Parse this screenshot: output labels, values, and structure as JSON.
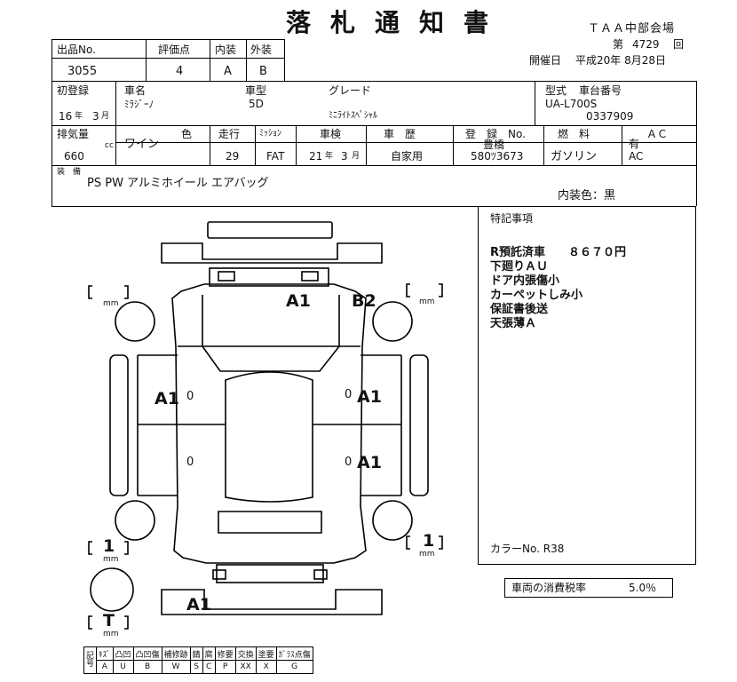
{
  "title": "落札通知書",
  "venue": "ＴＡＡ中部会場",
  "session_prefix": "第",
  "session_no": "4729",
  "session_suffix": "回",
  "date_label": "開催日",
  "date_value": "平成20年 8月28日",
  "row1": {
    "lot_label": "出品No.",
    "lot": "3055",
    "score_label": "評価点",
    "score": "4",
    "interior_label": "内装",
    "interior": "A",
    "exterior_label": "外装",
    "exterior": "B"
  },
  "row2": {
    "reg_label": "初登録",
    "reg_year": "16",
    "year_unit": "年",
    "reg_month": "3",
    "month_unit": "月",
    "name_label": "車名",
    "name": "ﾐﾗｼﾞｰﾉ",
    "body_label": "車型",
    "body": "5D",
    "grade_label": "グレード",
    "grade": "ﾐﾆﾗｲﾄｽﾍﾟｼｬﾙ",
    "model_label": "型式",
    "chassis_label": "車台番号",
    "model": "UA-L700S",
    "chassis": "0337909"
  },
  "row3": {
    "disp_label": "排気量",
    "disp": "660",
    "cc": "cc",
    "color_label": "色",
    "color": "ワイン",
    "mileage_label": "走行",
    "mileage": "29",
    "mission_label": "ﾐｯｼｮﾝ",
    "mission": "FAT",
    "inspect_label": "車検",
    "inspect_year": "21",
    "year_unit": "年",
    "inspect_month": "3",
    "month_unit": "月",
    "history_label": "車　歴",
    "history": "自家用",
    "plate_label": "登　録　No.",
    "plate_area": "豊橋",
    "plate_no": "580ﾂ3673",
    "fuel_label": "燃　料",
    "fuel": "ガソリン",
    "ac_label": "ＡＣ",
    "ac_has": "有",
    "ac": "AC"
  },
  "equip_label": "装　備",
  "equipment": "PS PW アルミホイール エアバッグ",
  "interior_color": "内装色：黒",
  "notes": {
    "heading": "特記事項",
    "lines": [
      "R預託済車　　８６７０円",
      "下廻りＡＵ",
      "ドア内張傷小",
      "カーペットしみ小",
      "保証書後送",
      "天張薄Ａ"
    ],
    "color_no": "カラーNo. R38"
  },
  "tax_label": "車両の消費税率",
  "tax_value": "5.0％",
  "marks": {
    "hood_a1": "A1",
    "roof_b2": "B2",
    "left_a1": "A1",
    "left_0": "0",
    "left_0b": "0",
    "right_0a": "0",
    "right_a1a": "A1",
    "right_0b": "0",
    "right_a1b": "A1",
    "rear_a1": "A1"
  },
  "tires": {
    "fl": "",
    "fr": "",
    "rl": "1",
    "rr": "1",
    "spare": "T",
    "unit": "mm"
  },
  "codes_header": [
    "ｷｽﾞ",
    "凸凹",
    "凸凹傷",
    "補修跡",
    "錆",
    "腐",
    "修要",
    "交換",
    "塗要",
    "ｶﾞﾗｽ点傷"
  ],
  "codes_values": [
    "A",
    "U",
    "B",
    "W",
    "S",
    "C",
    "P",
    "XX",
    "X",
    "G"
  ],
  "codes_side_top": "記",
  "codes_side_bottom": "号"
}
